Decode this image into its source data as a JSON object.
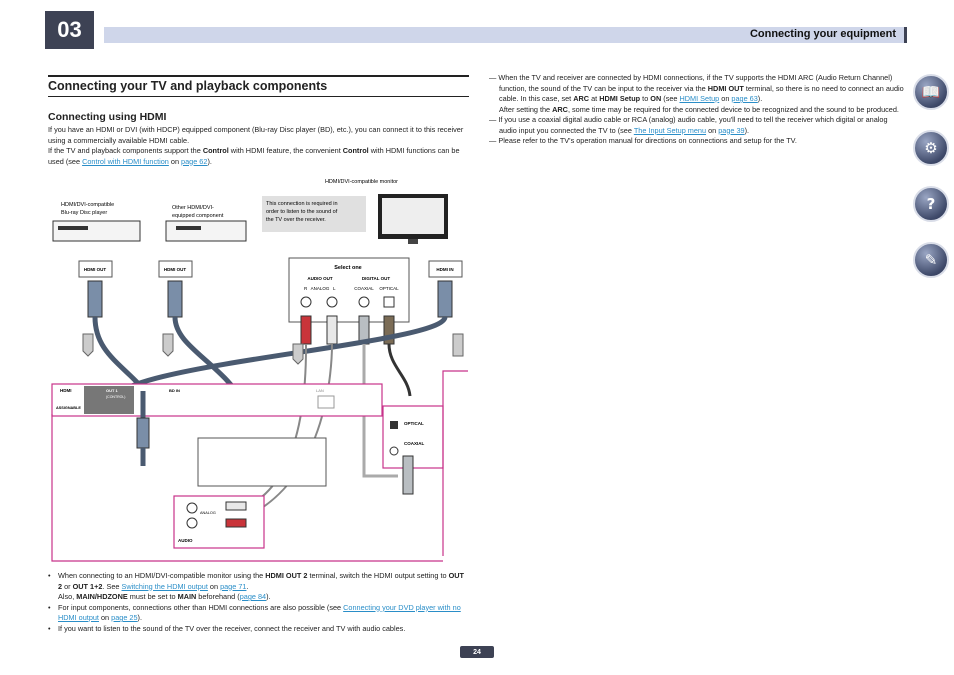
{
  "chapter": "03",
  "header_title": "Connecting your equipment",
  "section_title": "Connecting your TV and playback components",
  "subsection_title": "Connecting using HDMI",
  "intro": {
    "p1": "If you have an HDMI or DVI (with HDCP) equipped component (Blu-ray Disc player (BD), etc.), you can connect it to this receiver using a commercially available HDMI cable.",
    "p2a": "If the TV and playback components support the ",
    "p2_bold": "Control",
    "p2b": " with HDMI feature, the convenient ",
    "p2_bold2": "Control",
    "p2c": " with HDMI functions can be used (see ",
    "p2_link": "Control with HDMI function",
    "p2d": " on ",
    "p2_page": "page 62",
    "p2e": ")."
  },
  "right_col": {
    "n1a": "— When the TV and receiver are connected by HDMI connections, if the TV supports the HDMI ARC (Audio Return Channel) function, the sound of the TV can be input to the receiver via the ",
    "n1_b1": "HDMI OUT",
    "n1b": " terminal, so there is no need to connect an audio cable. In this case, set ",
    "n1_b2": "ARC",
    "n1c": " at ",
    "n1_b3": "HDMI Setup",
    "n1d": " to ",
    "n1_b4": "ON",
    "n1e": " (see ",
    "n1_link": "HDMI Setup",
    "n1f": " on ",
    "n1_page": "page 63",
    "n1g": ").",
    "n1_c1": "After setting the ",
    "n1_c_b": "ARC",
    "n1_c2": ", some time may be required for the connected device to be recognized and the sound to be produced.",
    "n2a": "— If you use a coaxial digital audio cable or RCA (analog) audio cable, you'll need to tell the receiver which digital or analog audio input you connected the TV to (see ",
    "n2_link": "The Input Setup menu",
    "n2b": " on ",
    "n2_page": "page 39",
    "n2c": ").",
    "n3": "— Please refer to the TV's operation manual for directions on connections and setup for the TV."
  },
  "diagram": {
    "monitor_label": "HDMI/DVI-compatible monitor",
    "bd_label_1": "HDMI/DVI-compatible",
    "bd_label_2": "Blu-ray Disc player",
    "other_label_1": "Other HDMI/DVI-",
    "other_label_2": "equipped component",
    "note_1": "This connection is required in",
    "note_2": "order to listen to the sound of",
    "note_3": "the TV over the receiver.",
    "hdmi_out_1": "HDMI OUT",
    "hdmi_out_2": "HDMI OUT",
    "hdmi_in": "HDMI IN",
    "select_one": "Select one",
    "audio_out": "AUDIO OUT",
    "digital_out": "DIGITAL OUT",
    "r_label": "R",
    "analog_label": "ANALOG",
    "l_label": "L",
    "coaxial_label": "COAXIAL",
    "optical_label": "OPTICAL",
    "hdmi_panel": "HDMI",
    "assignable": "ASSIGNABLE",
    "out1": "OUT 1",
    "control": "(CONTROL)",
    "bd_in": "BD IN",
    "lan": "LAN",
    "optical_panel": "OPTICAL",
    "coaxial_panel": "COAXIAL",
    "audio_panel": "AUDIO",
    "analog_panel": "ANALOG"
  },
  "bullets": {
    "b1a": "When connecting to an HDMI/DVI-compatible monitor using the ",
    "b1_b1": "HDMI OUT 2",
    "b1b": " terminal, switch the HDMI output setting to ",
    "b1_b2": "OUT 2",
    "b1c": " or ",
    "b1_b3": "OUT 1+2",
    "b1d": ". See ",
    "b1_link": "Switching the HDMI output",
    "b1e": " on ",
    "b1_page": "page 71",
    "b1f": ".",
    "b1_2a": "Also, ",
    "b1_2b": "MAIN/HDZONE",
    "b1_2c": " must be set to ",
    "b1_2d": "MAIN",
    "b1_2e": " beforehand (",
    "b1_2page": "page 84",
    "b1_2f": ").",
    "b2a": "For input components, connections other than HDMI connections are also possible (see ",
    "b2_link": "Connecting your DVD player with no HDMI output",
    "b2b": " on ",
    "b2_page": "page 25",
    "b2c": ").",
    "b3": "If you want to listen to the sound of the TV over the receiver, connect the receiver and TV with audio cables."
  },
  "page_number": "24",
  "colors": {
    "accent": "#3d4254",
    "header_bg": "#cfd6ea",
    "link": "#2a8ec8",
    "panel_pink": "#c8338a"
  }
}
